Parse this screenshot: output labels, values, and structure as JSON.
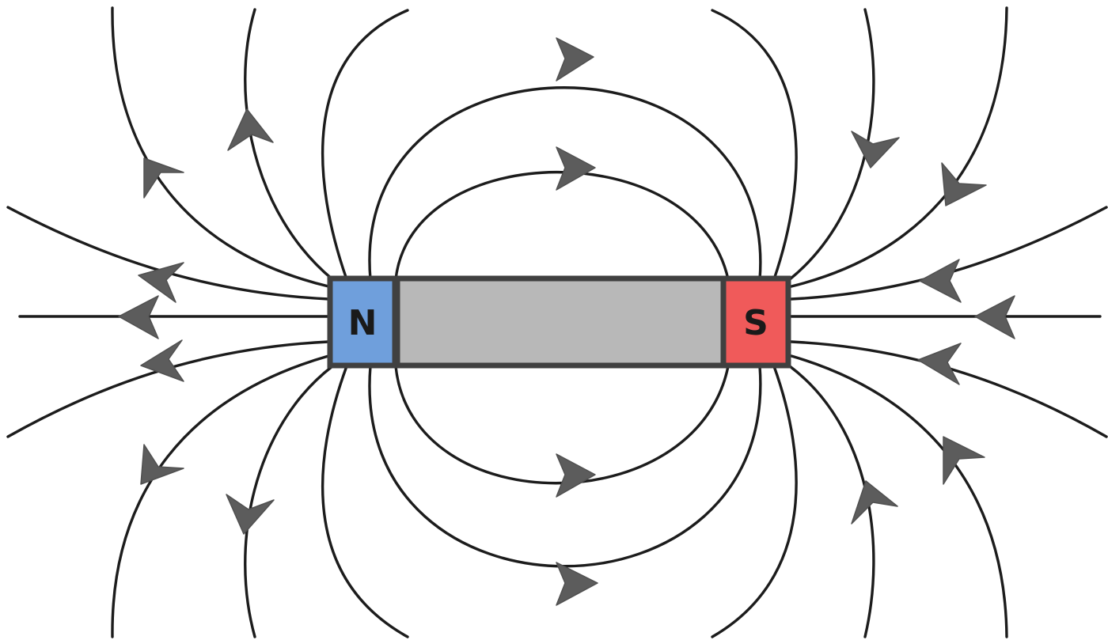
{
  "magnet": {
    "north_label": "N",
    "south_label": "S",
    "colors": {
      "north": "#6f9fdc",
      "south": "#f05a5a",
      "body": "#b8b8b8",
      "outline": "#404040"
    }
  },
  "field_lines": {
    "line_color": "#1c1c1c",
    "arrow_color": "#5c5c5c",
    "direction": "north-to-south"
  }
}
